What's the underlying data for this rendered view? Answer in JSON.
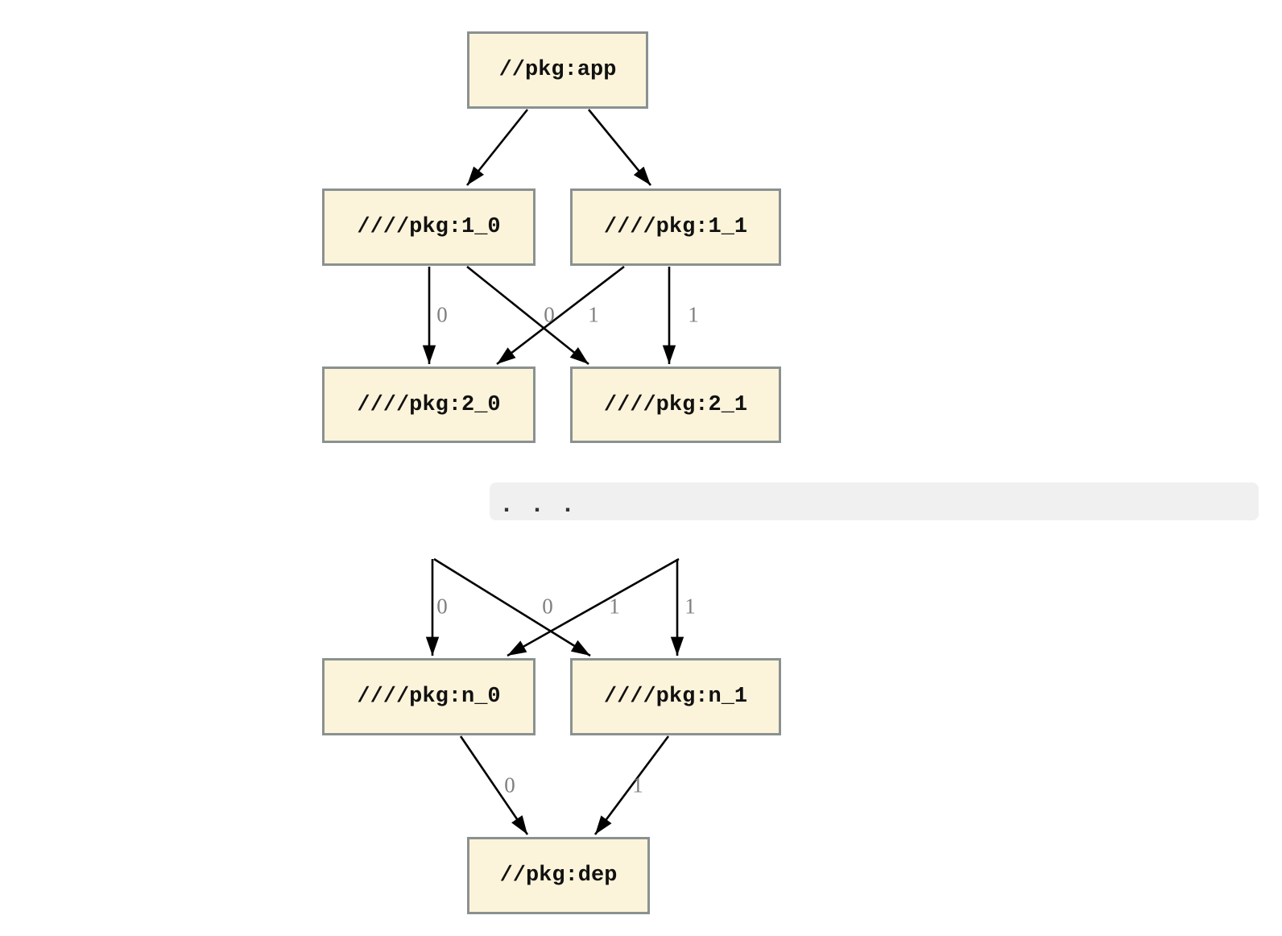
{
  "colors": {
    "node_fill": "#fcf4da",
    "node_border": "#8a9191",
    "edge": "#000000",
    "edge_label": "#7f7f7f",
    "band_fill": "#f0f0f0",
    "ellipsis_color": "#333333"
  },
  "graph": {
    "nodes": {
      "app": {
        "label": "//pkg:app"
      },
      "l1_0": {
        "label": "////pkg:1_0"
      },
      "l1_1": {
        "label": "////pkg:1_1"
      },
      "l2_0": {
        "label": "////pkg:2_0"
      },
      "l2_1": {
        "label": "////pkg:2_1"
      },
      "ln_0": {
        "label": "////pkg:n_0"
      },
      "ln_1": {
        "label": "////pkg:n_1"
      },
      "dep": {
        "label": "//pkg:dep"
      }
    },
    "ellipsis": ". . .",
    "edges": [
      {
        "from": "app",
        "to": "l1_0",
        "label": ""
      },
      {
        "from": "app",
        "to": "l1_1",
        "label": ""
      },
      {
        "from": "l1_0",
        "to": "l2_0",
        "label": "0"
      },
      {
        "from": "l1_0",
        "to": "l2_1",
        "label": "1"
      },
      {
        "from": "l1_1",
        "to": "l2_0",
        "label": "0"
      },
      {
        "from": "l1_1",
        "to": "l2_1",
        "label": "1"
      },
      {
        "from": "prev_level_left",
        "to": "ln_0",
        "label": "0"
      },
      {
        "from": "prev_level_left",
        "to": "ln_1",
        "label": "1"
      },
      {
        "from": "prev_level_right",
        "to": "ln_0",
        "label": "0"
      },
      {
        "from": "prev_level_right",
        "to": "ln_1",
        "label": "1"
      },
      {
        "from": "ln_0",
        "to": "dep",
        "label": "0"
      },
      {
        "from": "ln_1",
        "to": "dep",
        "label": "1"
      }
    ]
  }
}
